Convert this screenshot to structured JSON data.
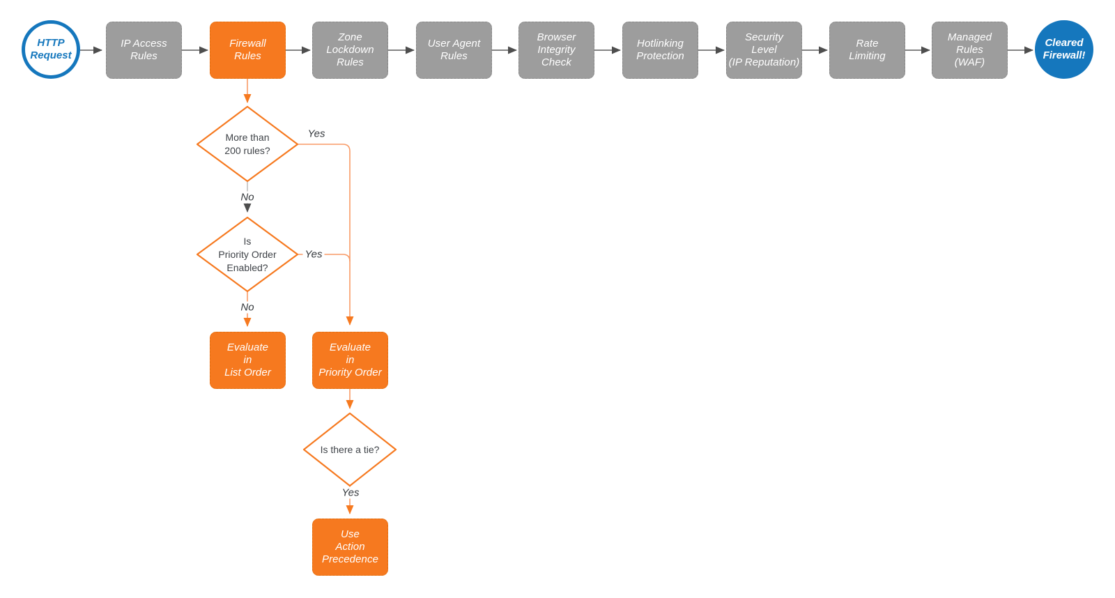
{
  "diagram": {
    "start_node": "HTTP\nRequest",
    "pipeline": [
      "IP Access\nRules",
      "Firewall\nRules",
      "Zone\nLockdown\nRules",
      "User Agent\nRules",
      "Browser\nIntegrity\nCheck",
      "Hotlinking\nProtection",
      "Security\nLevel\n(IP Reputation)",
      "Rate\nLimiting",
      "Managed\nRules\n(WAF)"
    ],
    "end_node": "Cleared\nFirewall!",
    "decisions": {
      "more_than_200_rules": "More than\n200 rules?",
      "priority_order_enabled": "Is\nPriority Order\nEnabled?",
      "is_there_a_tie": "Is there a tie?"
    },
    "actions": {
      "list_order": "Evaluate\nin\nList Order",
      "priority_order": "Evaluate\nin\nPriority Order",
      "action_precedence": "Use\nAction\nPrecedence"
    },
    "edge_labels": {
      "d1_yes": "Yes",
      "d1_no": "No",
      "d2_yes": "Yes",
      "d2_no": "No",
      "d3_yes": "Yes"
    },
    "colors": {
      "orange": "#F6791F",
      "orange_line": "#F89A66",
      "gray_node": "#9D9D9D",
      "blue": "#1577BD",
      "dark_arrow": "#4E4E4E",
      "light_gray_line": "#C0C0C0",
      "diamond_text": "#3E4247"
    }
  }
}
